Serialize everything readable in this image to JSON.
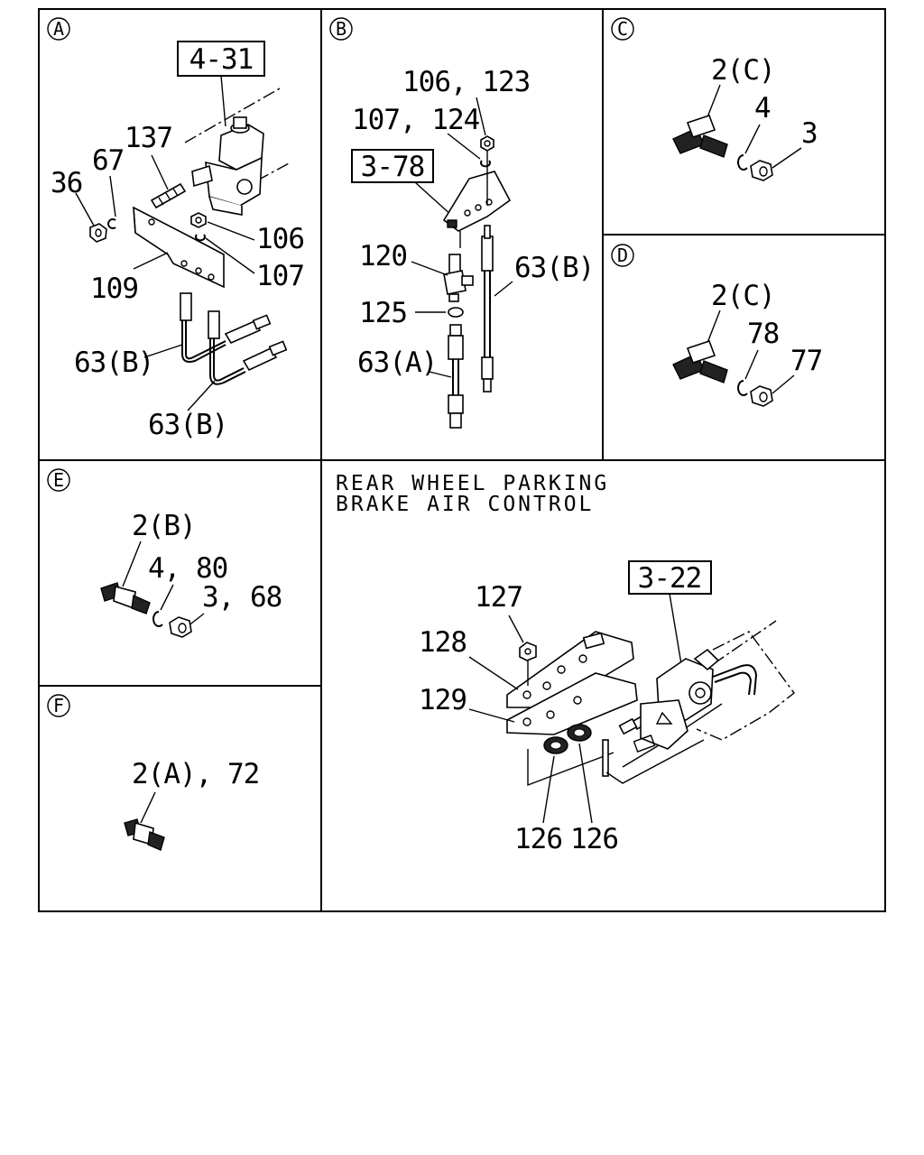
{
  "diagram": {
    "sections": [
      {
        "id": "A",
        "label": "A"
      },
      {
        "id": "B",
        "label": "B"
      },
      {
        "id": "C",
        "label": "C"
      },
      {
        "id": "D",
        "label": "D"
      },
      {
        "id": "E",
        "label": "E"
      },
      {
        "id": "F",
        "label": "F"
      }
    ],
    "title_line1": "REAR WHEEL PARKING",
    "title_line2": "BRAKE AIR CONTROL",
    "section_a": {
      "ref": "4-31",
      "callouts": [
        "137",
        "67",
        "36",
        "106",
        "107",
        "109",
        "63(B)",
        "63(B)"
      ]
    },
    "section_b": {
      "ref": "3-78",
      "callouts": [
        "106, 123",
        "107, 124",
        "120",
        "63(B)",
        "125",
        "63(A)"
      ]
    },
    "section_c": {
      "callouts": [
        "2(C)",
        "4",
        "3"
      ]
    },
    "section_d": {
      "callouts": [
        "2(C)",
        "78",
        "77"
      ]
    },
    "section_e": {
      "callouts": [
        "2(B)",
        "4, 80",
        "3, 68"
      ]
    },
    "section_f": {
      "callouts": [
        "2(A), 72"
      ]
    },
    "section_main": {
      "ref": "3-22",
      "callouts": [
        "127",
        "128",
        "129",
        "126",
        "126"
      ]
    }
  }
}
